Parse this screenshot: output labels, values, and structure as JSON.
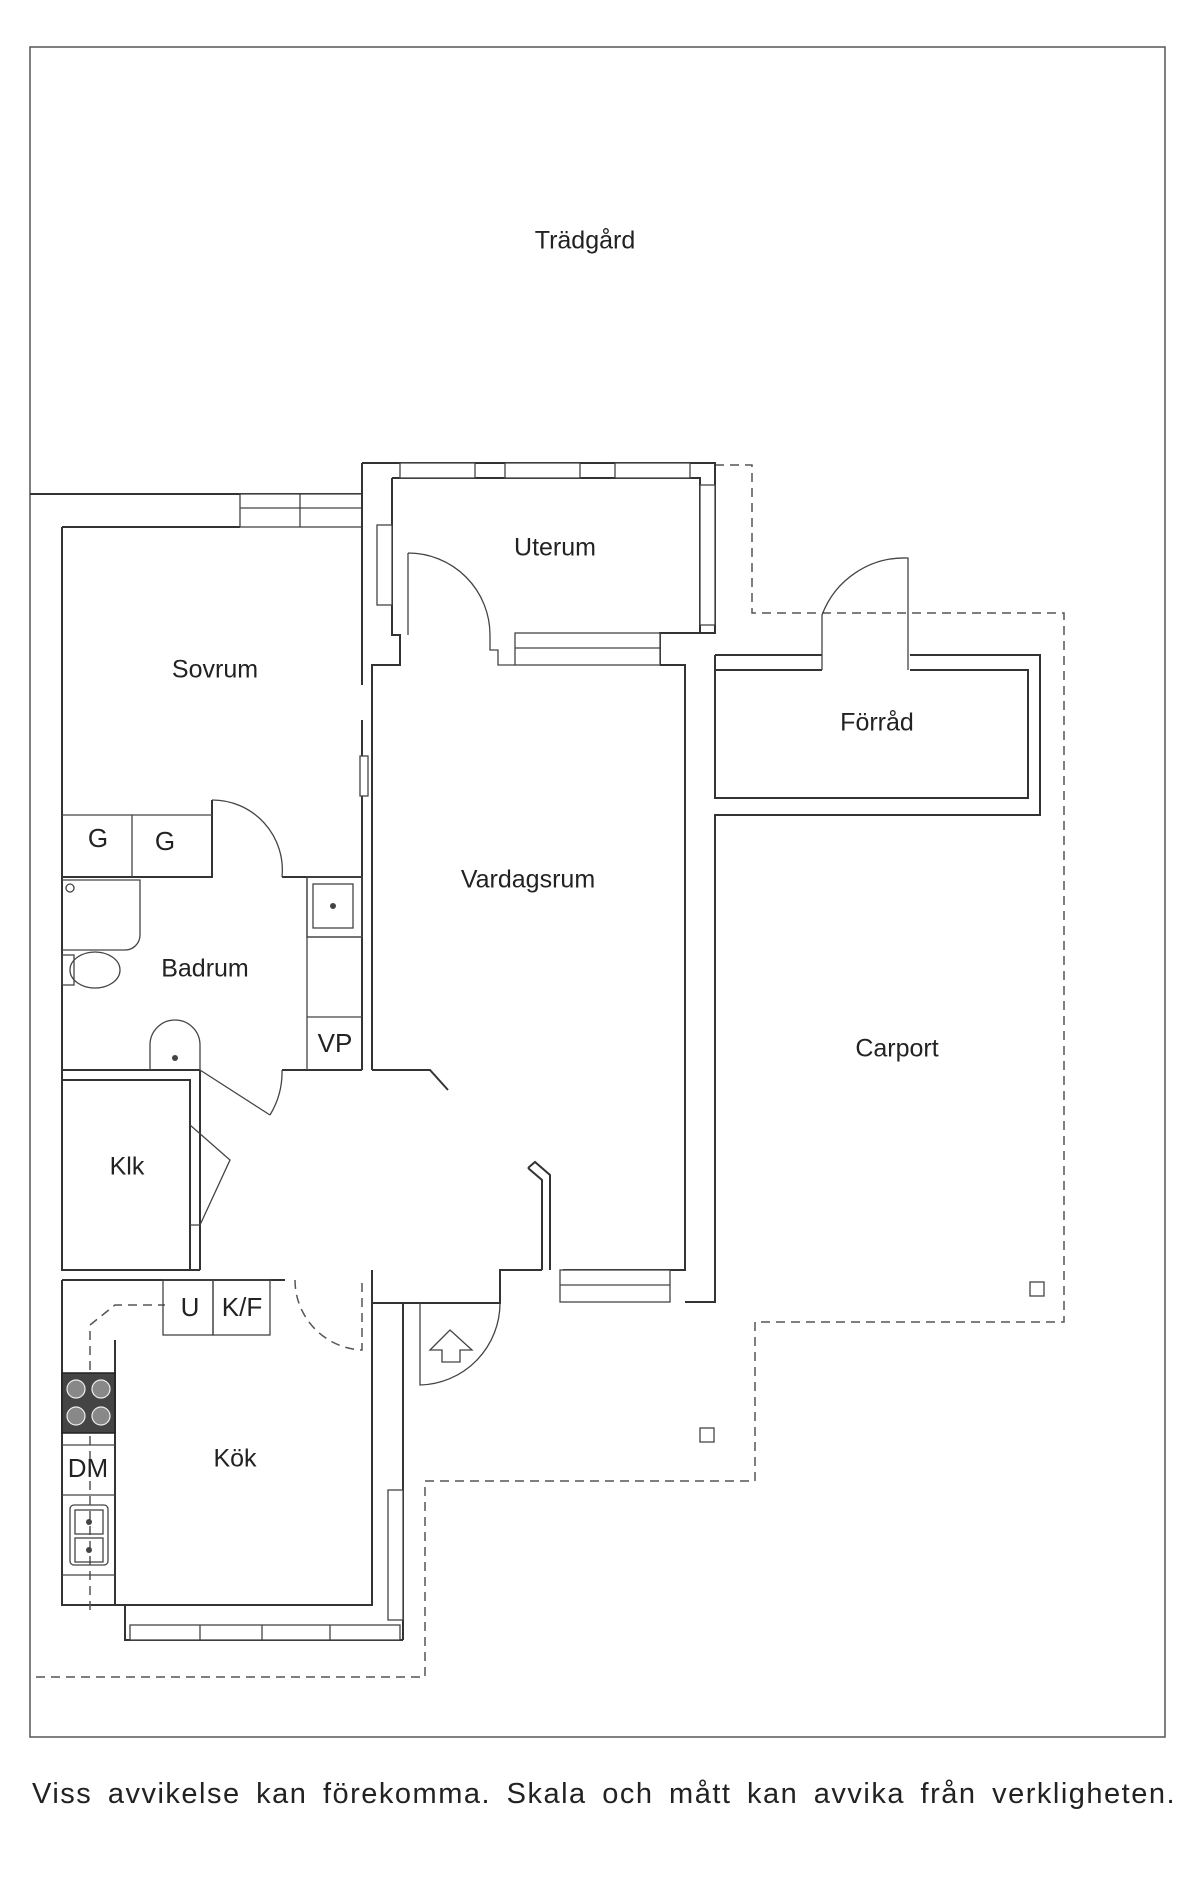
{
  "rooms": {
    "tradgard": "Trädgård",
    "uterum": "Uterum",
    "sovrum": "Sovrum",
    "forrad": "Förråd",
    "vardagsrum": "Vardagsrum",
    "badrum": "Badrum",
    "carport": "Carport",
    "klk": "Klk",
    "kok": "Kök"
  },
  "fixtures": {
    "g1": "G",
    "g2": "G",
    "vp": "VP",
    "u": "U",
    "kf": "K/F",
    "dm": "DM"
  },
  "disclaimer": "Viss avvikelse kan förekomma. Skala och mått kan avvika från verkligheten."
}
